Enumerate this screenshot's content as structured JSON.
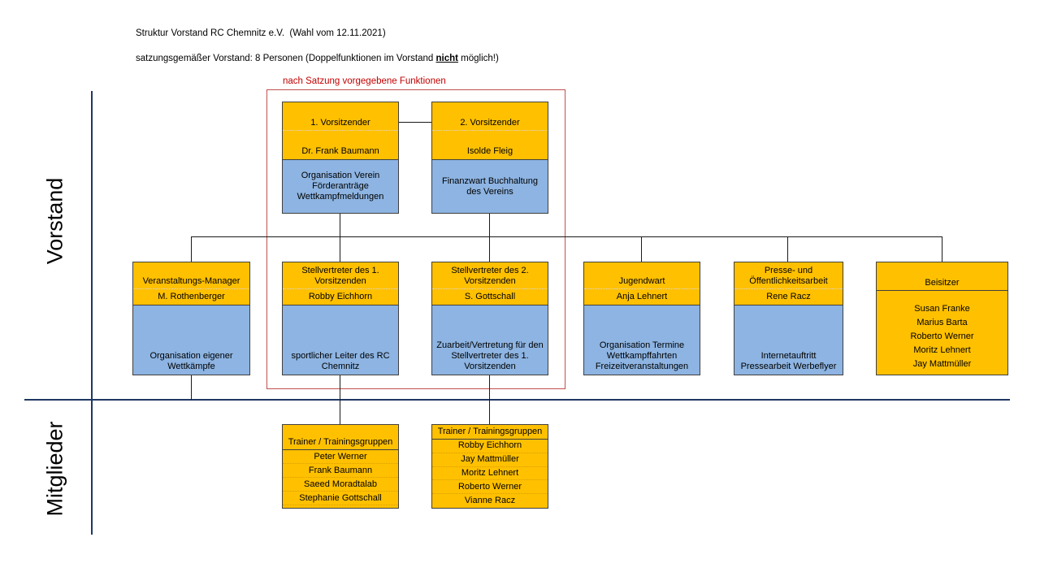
{
  "header": {
    "line1": "Struktur Vorstand RC Chemnitz e.V.  (Wahl vom 12.11.2021)",
    "line2_prefix": "satzungsgemäßer Vorstand: 8 Personen (Doppelfunktionen im Vorstand ",
    "line2_bold": "nicht",
    "line2_suffix": " möglich!)"
  },
  "red_section": {
    "label": "nach Satzung vorgegebene Funktionen"
  },
  "axis": {
    "vorstand": "Vorstand",
    "mitglieder": "Mitglieder"
  },
  "colors": {
    "box_yellow": "#FFC000",
    "box_blue": "#8DB4E2",
    "red_accent": "#C00000",
    "navy_line": "#1F3864",
    "box_border": "#404040"
  },
  "boxes": {
    "vors1": {
      "title": "1. Vorsitzender",
      "name": "Dr. Frank Baumann",
      "duty": "Organisation Verein Förderanträge Wettkampfmeldungen"
    },
    "vors2": {
      "title": "2. Vorsitzender",
      "name": "Isolde Fleig",
      "duty": "Finanzwart Buchhaltung des Vereins"
    },
    "veranstaltung": {
      "title": "Veranstaltungs-Manager",
      "name": "M. Rothenberger",
      "duty": "Organisation eigener Wettkämpfe"
    },
    "stell1": {
      "title": "Stellvertreter des 1. Vorsitzenden",
      "name": "Robby Eichhorn",
      "duty": "sportlicher Leiter des RC Chemnitz"
    },
    "stell2": {
      "title": "Stellvertreter des 2. Vorsitzenden",
      "name": "S. Gottschall",
      "duty": "Zuarbeit/Vertretung für den Stellvertreter des 1. Vorsitzenden"
    },
    "jugendwart": {
      "title": "Jugendwart",
      "name": "Anja Lehnert",
      "duty": "Organisation Termine Wettkampffahrten Freizeitveranstaltungen"
    },
    "presse": {
      "title": "Presse- und Öffentlichkeitsarbeit",
      "name": "Rene Racz",
      "duty": "Internetauftritt Pressearbeit Werbeflyer"
    },
    "beisitzer": {
      "title": "Beisitzer",
      "members": [
        "Susan Franke",
        "Marius Barta",
        "Roberto Werner",
        "Moritz Lehnert",
        "Jay Mattmüller"
      ]
    },
    "trainer1": {
      "title": "Trainer / Trainingsgruppen",
      "members": [
        "Peter Werner",
        "Frank Baumann",
        "Saeed Moradtalab",
        "Stephanie Gottschall"
      ]
    },
    "trainer2": {
      "title": "Trainer / Trainingsgruppen",
      "members": [
        "Robby Eichhorn",
        "Jay Mattmüller",
        "Moritz Lehnert",
        "Roberto Werner",
        "Vianne Racz"
      ]
    }
  }
}
